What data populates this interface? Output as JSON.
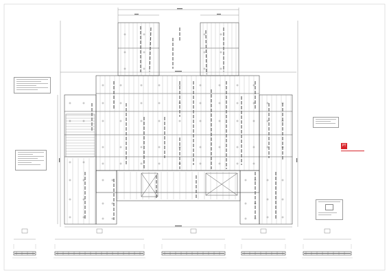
{
  "drawing": {
    "kind": "structural-slab-plan",
    "line_color": "#3a3a3a",
    "rib_color": "#555555",
    "accent_color": "#d8242a"
  },
  "legend_title": "",
  "brand": {
    "badge": "PT",
    "name": "",
    "subtitle": ""
  },
  "notes": [
    {
      "id": "note-top-left",
      "lines": 6
    },
    {
      "id": "note-mid-left",
      "lines": 7
    },
    {
      "id": "note-right",
      "lines": 3
    },
    {
      "id": "note-legend",
      "lines": 5
    }
  ],
  "sections": [
    {
      "id": "section-1"
    },
    {
      "id": "section-2"
    },
    {
      "id": "section-3"
    },
    {
      "id": "section-4"
    },
    {
      "id": "section-5"
    }
  ]
}
